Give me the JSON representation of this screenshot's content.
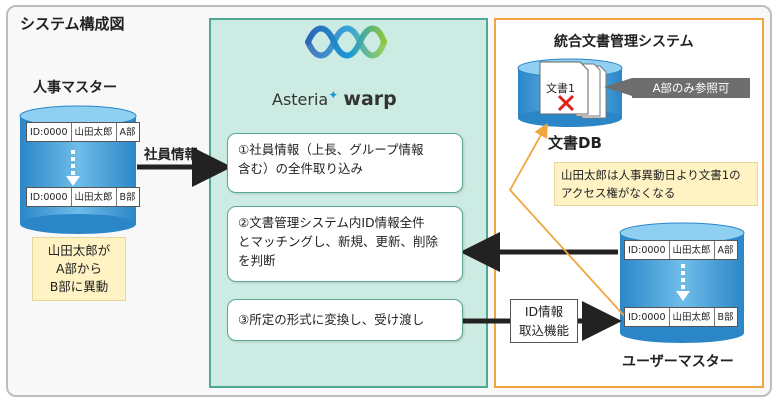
{
  "title": "システム構成図",
  "left": {
    "heading": "人事マスター",
    "row_top": [
      "ID:0000",
      "山田太郎",
      "A部"
    ],
    "row_bottom": [
      "ID:0000",
      "山田太郎",
      "B部"
    ],
    "note": [
      "山田太郎が",
      "A部から",
      "B部に異動"
    ],
    "arrow_label": "社員情報"
  },
  "center": {
    "logo_text": "Asteria",
    "logo_word": "warp",
    "steps": [
      {
        "line1": "①社員情報（上長、グループ情報",
        "line2": "含む）の全件取り込み",
        "line3": ""
      },
      {
        "line1": "②文書管理システム内ID情報全件",
        "line2": "とマッチングし、新規、更新、削除",
        "line3": "を判断"
      },
      {
        "line1": "③所定の形式に変換し、受け渡し",
        "line2": "",
        "line3": ""
      }
    ]
  },
  "right": {
    "heading": "統合文書管理システム",
    "doc_label": "文書1",
    "callout": "A部のみ参照可",
    "db_label": "文書DB",
    "note": [
      "山田太郎は人事異動日より文書1の",
      "アクセス権がなくなる"
    ],
    "id_box": [
      "ID情報",
      "取込機能"
    ],
    "row_top": [
      "ID:0000",
      "山田太郎",
      "A部"
    ],
    "row_bottom": [
      "ID:0000",
      "山田太郎",
      "B部"
    ],
    "user_master_label": "ユーザーマスター"
  },
  "colors": {
    "green_panel": "#ccebe2",
    "green_border": "#4fa894",
    "orange_border": "#f0a640",
    "note_yellow": "#fff3c4",
    "db_blue": "#4aa3dc",
    "callout_gray": "#6e6e6e",
    "x_red": "#e0211a"
  }
}
